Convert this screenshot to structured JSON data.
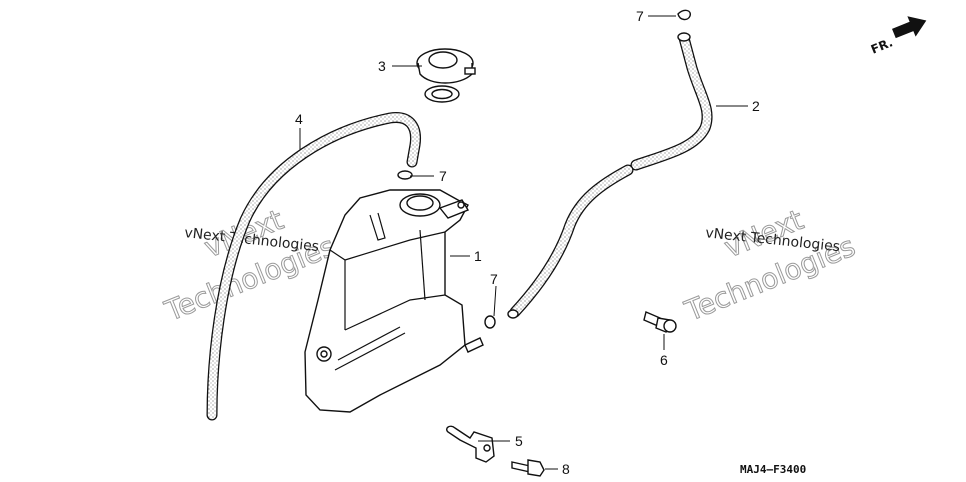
{
  "diagram_code": "MAJ4—F3400",
  "direction_label": "FR.",
  "watermarks": [
    {
      "small": "vNext Technologies",
      "big1": "vNext",
      "big2": "Technologies"
    },
    {
      "small": "vNext Technologies",
      "big1": "vNext",
      "big2": "Technologies"
    }
  ],
  "callouts": {
    "c1": "1",
    "c2": "2",
    "c3": "3",
    "c4": "4",
    "c5": "5",
    "c6": "6",
    "c7a": "7",
    "c7b": "7",
    "c7c": "7",
    "c8": "8"
  },
  "icons": {
    "direction": "arrow-right-icon"
  }
}
